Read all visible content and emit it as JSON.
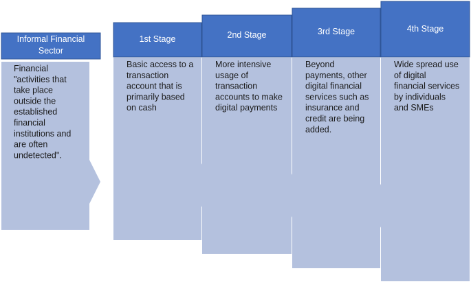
{
  "colors": {
    "header_fill": "#4472c4",
    "header_border": "#2f5597",
    "body_fill": "#b4c1de",
    "header_text": "#ffffff",
    "body_text": "#1a1a1a"
  },
  "stages": [
    {
      "id": "informal",
      "header": [
        "Informal Financial",
        "Sector"
      ],
      "body": [
        "Financial",
        "\"activities that",
        "take place",
        "outside the",
        "established",
        "financial",
        "institutions and",
        "are often",
        "undetected\"."
      ]
    },
    {
      "id": "stage-1",
      "header": [
        "1st Stage"
      ],
      "body": [
        "Basic access to a",
        "transaction",
        "account that is",
        "primarily based",
        "on cash"
      ]
    },
    {
      "id": "stage-2",
      "header": [
        "2nd Stage"
      ],
      "body": [
        "More intensive",
        "usage of",
        "transaction",
        "accounts to make",
        "digital payments"
      ]
    },
    {
      "id": "stage-3",
      "header": [
        "3rd Stage"
      ],
      "body": [
        "Beyond",
        "payments, other",
        "digital financial",
        "services such as",
        "insurance and",
        "credit are being",
        "added."
      ]
    },
    {
      "id": "stage-4",
      "header": [
        "4th Stage"
      ],
      "body": [
        "Wide spread use",
        "of digital",
        "financial services",
        "by individuals",
        "and SMEs"
      ]
    }
  ]
}
